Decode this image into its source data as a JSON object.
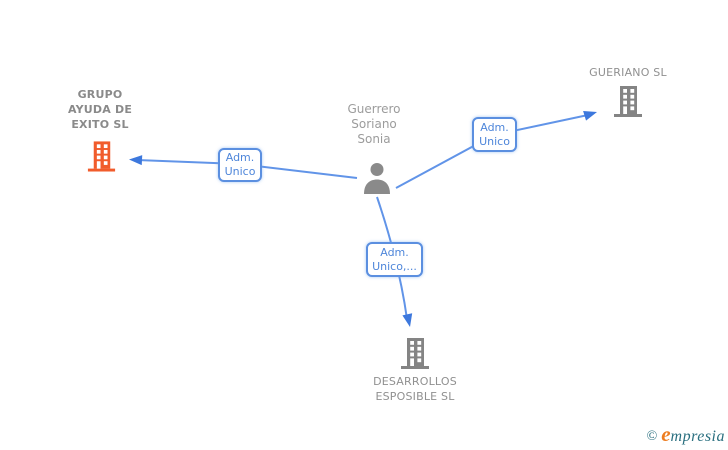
{
  "diagram": {
    "nodes": {
      "grupo_ayuda": {
        "type": "company",
        "name": "GRUPO AYUDA DE EXITO SL",
        "lines": [
          "GRUPO",
          "AYUDA DE",
          "EXITO SL"
        ],
        "icon": "building-icon",
        "icon_color": "#f15c2c"
      },
      "guerrero": {
        "type": "person",
        "name": "Guerrero Soriano Sonia",
        "lines": [
          "Guerrero",
          "Soriano",
          "Sonia"
        ],
        "icon": "person-icon",
        "icon_color": "#8a8a8a"
      },
      "gueriano": {
        "type": "company",
        "name": "GUERIANO SL",
        "lines": [
          "GUERIANO SL"
        ],
        "icon": "building-icon",
        "icon_color": "#848484"
      },
      "desarrollos": {
        "type": "company",
        "name": "DESARROLLOS ESPOSIBLE SL",
        "lines": [
          "DESARROLLOS",
          "ESPOSIBLE SL"
        ],
        "icon": "building-icon",
        "icon_color": "#848484"
      }
    },
    "edges": [
      {
        "from": "Guerrero Soriano Sonia",
        "to": "GRUPO AYUDA DE EXITO SL",
        "label_lines": [
          "Adm.",
          "Unico"
        ]
      },
      {
        "from": "Guerrero Soriano Sonia",
        "to": "GUERIANO SL",
        "label_lines": [
          "Adm.",
          "Unico"
        ]
      },
      {
        "from": "Guerrero Soriano Sonia",
        "to": "DESARROLLOS ESPOSIBLE SL",
        "label_lines": [
          "Adm.",
          "Unico,..."
        ]
      }
    ],
    "colors": {
      "edge_line": "#6194e8",
      "arrowhead": "#3d78dd",
      "label_border": "#5b8fe0",
      "label_text": "#4e86da",
      "company_text": "#909090",
      "person_text": "#9c9c9c",
      "company_icon_orange": "#f15c2c",
      "company_icon_gray": "#848484"
    }
  },
  "watermark": {
    "copyright": "©",
    "brand_initial": "e",
    "brand_rest": "mpresia"
  }
}
